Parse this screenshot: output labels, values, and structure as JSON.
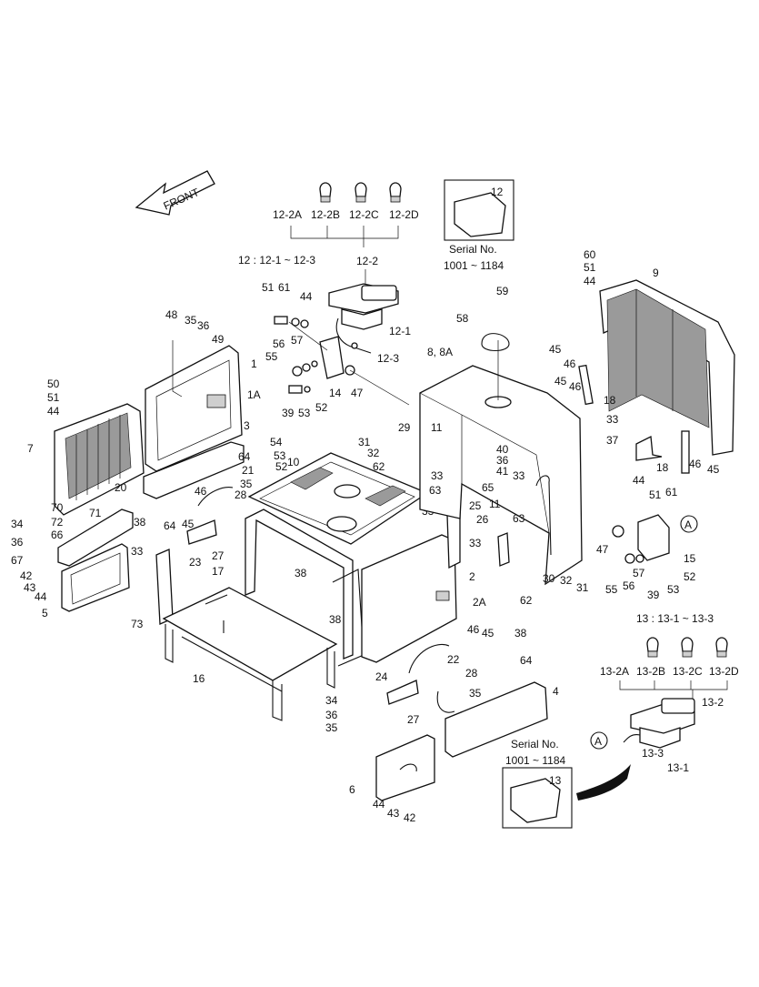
{
  "direction": {
    "front": "FRONT"
  },
  "groups": {
    "lamp_upper": {
      "title": "12 : 12-1 ~ 12-3",
      "bulbs": [
        "12-2A",
        "12-2B",
        "12-2C",
        "12-2D"
      ],
      "parent": "12-2"
    },
    "lamp_lower": {
      "title": "13 : 13-1 ~ 13-3",
      "bulbs": [
        "13-2A",
        "13-2B",
        "13-2C",
        "13-2D"
      ],
      "parent": "13-2"
    }
  },
  "serial_boxes": {
    "upper": {
      "part": "12",
      "label": "Serial No.",
      "range": "1001 ~ 1184"
    },
    "lower": {
      "part": "13",
      "label": "Serial No.",
      "range": "1001 ~ 1184"
    }
  },
  "callouts": {
    "upper": [
      "12-2",
      "61",
      "51",
      "44",
      "12-1",
      "57",
      "56",
      "55",
      "12-3",
      "39",
      "53",
      "52",
      "14",
      "47"
    ],
    "left_door": [
      "48",
      "35",
      "36",
      "49",
      "1",
      "1A",
      "50",
      "51",
      "44",
      "7",
      "3",
      "64",
      "21",
      "35",
      "28",
      "46",
      "45",
      "64",
      "70",
      "72",
      "71",
      "66",
      "20",
      "38",
      "34",
      "36",
      "67",
      "23",
      "27",
      "42",
      "43",
      "44",
      "5",
      "73",
      "33"
    ],
    "center": [
      "54",
      "53",
      "52",
      "10",
      "17",
      "38",
      "16",
      "34",
      "36",
      "35",
      "2",
      "2A",
      "38",
      "33",
      "25",
      "26",
      "33"
    ],
    "right_frame": [
      "29",
      "31",
      "32",
      "11",
      "33",
      "62",
      "63",
      "40",
      "36",
      "41",
      "65",
      "33",
      "8, 8A",
      "59",
      "58",
      "11",
      "63",
      "30",
      "32",
      "31",
      "62",
      "60",
      "51",
      "44",
      "9",
      "45",
      "46",
      "45",
      "46",
      "18",
      "33",
      "37",
      "18",
      "46",
      "45",
      "44",
      "51",
      "61",
      "47",
      "15",
      "55",
      "56",
      "57",
      "52",
      "39",
      "53"
    ],
    "lower": [
      "46",
      "45",
      "38",
      "22",
      "64",
      "24",
      "28",
      "35",
      "27",
      "4",
      "6",
      "44",
      "43",
      "42",
      "13-3",
      "13-1",
      "A",
      "A"
    ]
  }
}
